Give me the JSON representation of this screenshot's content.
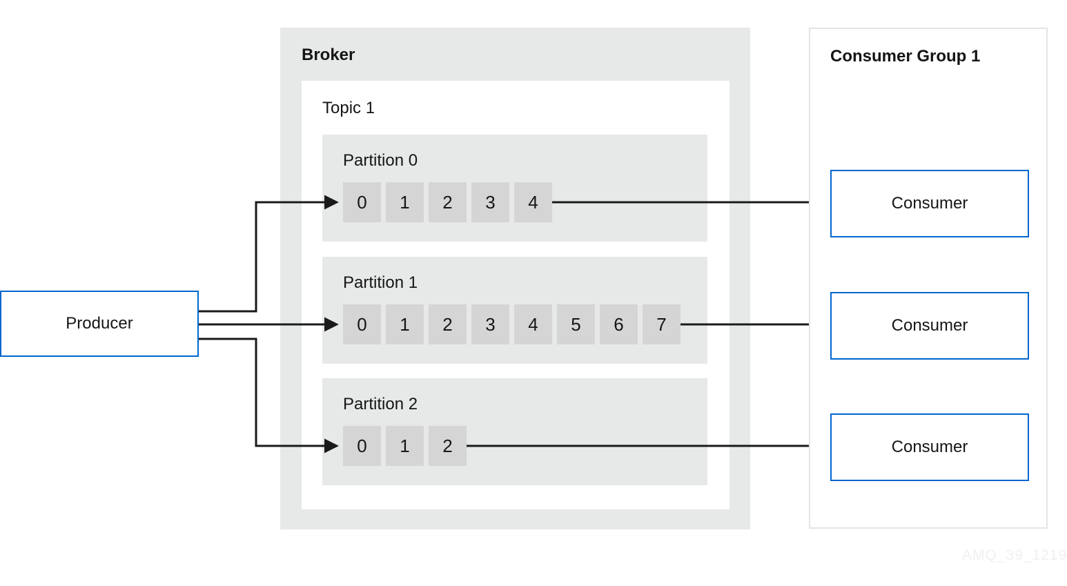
{
  "producer": {
    "label": "Producer"
  },
  "broker": {
    "title": "Broker",
    "topic": {
      "title": "Topic 1",
      "partitions": [
        {
          "label": "Partition 0",
          "offsets": [
            "0",
            "1",
            "2",
            "3",
            "4"
          ]
        },
        {
          "label": "Partition 1",
          "offsets": [
            "0",
            "1",
            "2",
            "3",
            "4",
            "5",
            "6",
            "7"
          ]
        },
        {
          "label": "Partition 2",
          "offsets": [
            "0",
            "1",
            "2"
          ]
        }
      ]
    }
  },
  "consumer_group": {
    "title": "Consumer Group 1",
    "consumers": [
      "Consumer",
      "Consumer",
      "Consumer"
    ]
  },
  "watermark": "AMQ_39_1219",
  "colors": {
    "accent_blue": "#0066cc",
    "panel_gray": "#e7e8e8",
    "cell_gray": "#d5d5d5",
    "arrow_black": "#1a1a1a",
    "text_dark": "#151515",
    "group_border_gray": "#e4e4e4",
    "watermark_gray": "#f0f0f0"
  }
}
